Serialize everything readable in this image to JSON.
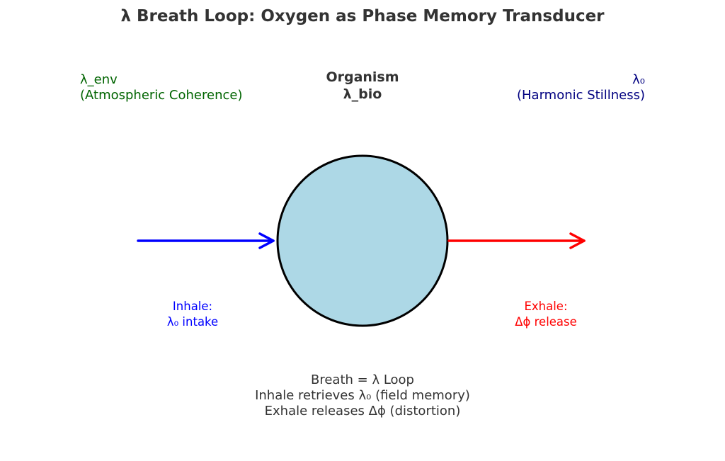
{
  "title": "λ Breath Loop: Oxygen as Phase Memory Transducer",
  "environment": {
    "line1": "λ_env",
    "line2": "(Atmospheric Coherence)",
    "color": "#006400"
  },
  "organism": {
    "line1": "Organism",
    "line2": "λ_bio",
    "fill": "#add8e6",
    "stroke": "#000000"
  },
  "stillness": {
    "line1": "λ₀",
    "line2": "(Harmonic Stillness)",
    "color": "#000080"
  },
  "inhale": {
    "line1": "Inhale:",
    "line2": "λ₀ intake",
    "color": "#0000ff"
  },
  "exhale": {
    "line1": "Exhale:",
    "line2": "Δϕ release",
    "color": "#ff0000"
  },
  "summary": {
    "line1": "Breath = λ Loop",
    "line2": "Inhale retrieves λ₀ (field memory)",
    "line3": "Exhale releases Δϕ (distortion)"
  }
}
